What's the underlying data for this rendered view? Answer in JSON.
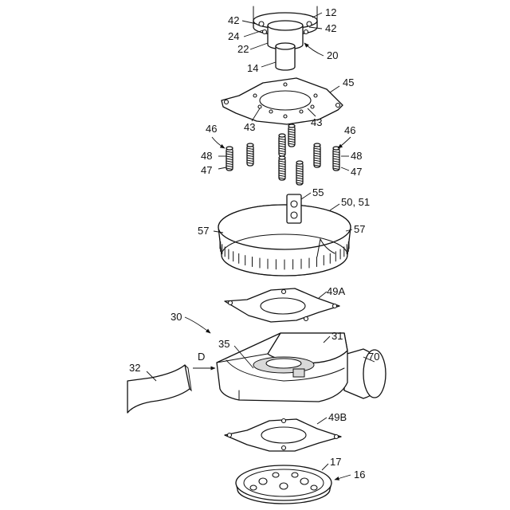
{
  "labels": {
    "l12": "12",
    "l42a": "42",
    "l42b": "42",
    "l24": "24",
    "l22": "22",
    "l14": "14",
    "l20": "20",
    "l45": "45",
    "l43a": "43",
    "l43b": "43",
    "l46a": "46",
    "l46b": "46",
    "l48a": "48",
    "l48b": "48",
    "l47a": "47",
    "l47b": "47",
    "l55": "55",
    "l5051": "50, 51",
    "l57a": "57",
    "l57b": "57",
    "l49A": "49A",
    "l30": "30",
    "l31": "31",
    "l35": "35",
    "lD": "D",
    "l32": "32",
    "l70": "70",
    "l49B": "49B",
    "l17": "17",
    "l16": "16"
  }
}
